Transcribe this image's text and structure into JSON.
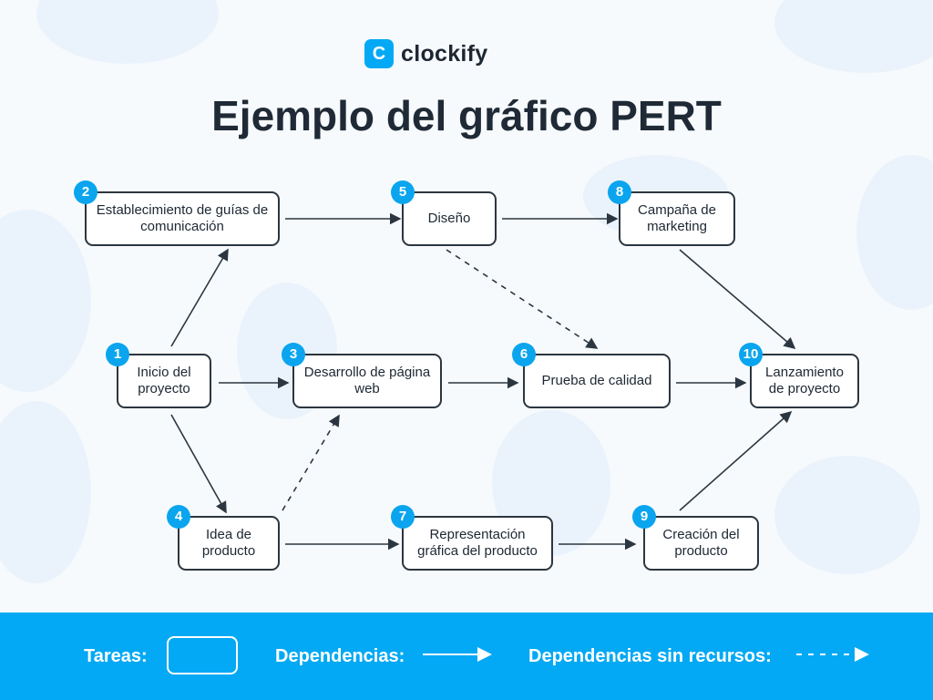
{
  "brand": {
    "name": "clockify",
    "icon": "clockify-logo-icon",
    "accent": "#03a9f4"
  },
  "title": "Ejemplo del gráfico PERT",
  "nodes": [
    {
      "id": "1",
      "label": "Inicio del proyecto"
    },
    {
      "id": "2",
      "label": "Establecimiento de guías de comunicación"
    },
    {
      "id": "3",
      "label": "Desarrollo de página web"
    },
    {
      "id": "4",
      "label": "Idea de producto"
    },
    {
      "id": "5",
      "label": "Diseño"
    },
    {
      "id": "6",
      "label": "Prueba de calidad"
    },
    {
      "id": "7",
      "label": "Representación gráfica del producto"
    },
    {
      "id": "8",
      "label": "Campaña de marketing"
    },
    {
      "id": "9",
      "label": "Creación del producto"
    },
    {
      "id": "10",
      "label": "Lanzamiento de proyecto"
    }
  ],
  "edges": [
    {
      "from": "1",
      "to": "2",
      "type": "dependency"
    },
    {
      "from": "1",
      "to": "3",
      "type": "dependency"
    },
    {
      "from": "1",
      "to": "4",
      "type": "dependency"
    },
    {
      "from": "2",
      "to": "5",
      "type": "dependency"
    },
    {
      "from": "5",
      "to": "8",
      "type": "dependency"
    },
    {
      "from": "5",
      "to": "6",
      "type": "dummy"
    },
    {
      "from": "4",
      "to": "3",
      "type": "dummy"
    },
    {
      "from": "3",
      "to": "6",
      "type": "dependency"
    },
    {
      "from": "6",
      "to": "10",
      "type": "dependency"
    },
    {
      "from": "8",
      "to": "10",
      "type": "dependency"
    },
    {
      "from": "4",
      "to": "7",
      "type": "dependency"
    },
    {
      "from": "7",
      "to": "9",
      "type": "dependency"
    },
    {
      "from": "9",
      "to": "10",
      "type": "dependency"
    }
  ],
  "legend": {
    "tasks": "Tareas:",
    "dependencies": "Dependencias:",
    "dummy": "Dependencias sin recursos:"
  }
}
